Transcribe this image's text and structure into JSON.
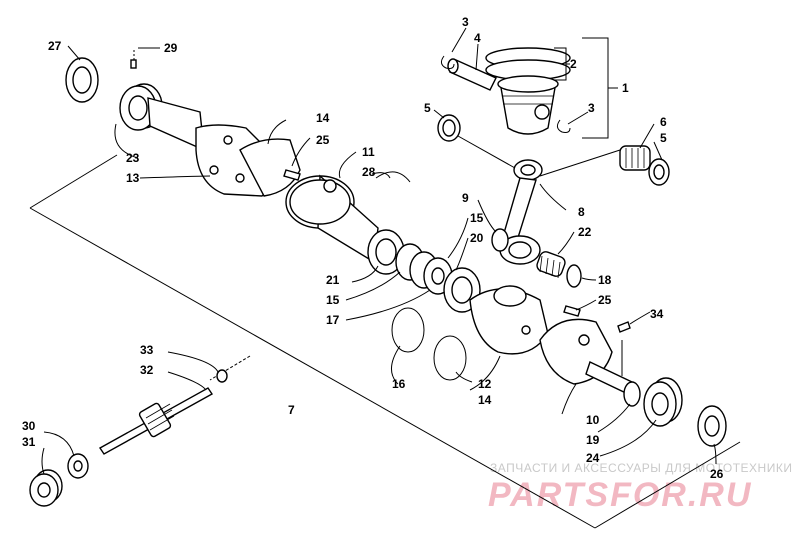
{
  "callouts": [
    "1",
    "2",
    "3",
    "3",
    "4",
    "5",
    "5",
    "6",
    "7",
    "8",
    "9",
    "10",
    "11",
    "12",
    "13",
    "14",
    "14",
    "15",
    "15",
    "16",
    "17",
    "18",
    "19",
    "20",
    "21",
    "22",
    "23",
    "24",
    "25",
    "25",
    "26",
    "27",
    "28",
    "29",
    "30",
    "31",
    "32",
    "33",
    "34"
  ],
  "watermark": {
    "tagline": "ЗАПЧАСТИ И АКСЕССУАРЫ ДЛЯ МОТОТЕХНИКИ",
    "brand": "PARTSFOR.RU",
    "color": "#e8738a"
  }
}
